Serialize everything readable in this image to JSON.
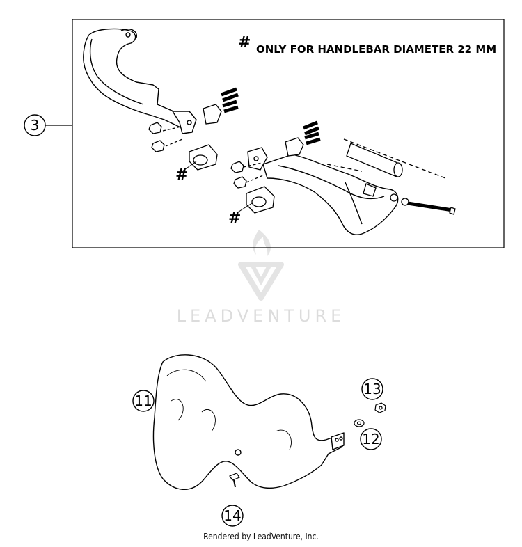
{
  "note": {
    "symbol": "#",
    "text": "ONLY FOR HANDLEBAR DIAMETER 22 MM"
  },
  "hash_markers": [
    "#",
    "#"
  ],
  "callouts": {
    "c3": "3",
    "c11": "11",
    "c12": "12",
    "c13": "13",
    "c14": "14"
  },
  "watermark": "LEADVENTURE",
  "footer": "Rendered by LeadVenture, Inc.",
  "colors": {
    "line": "#000000",
    "watermark": "#dcdcdc"
  }
}
